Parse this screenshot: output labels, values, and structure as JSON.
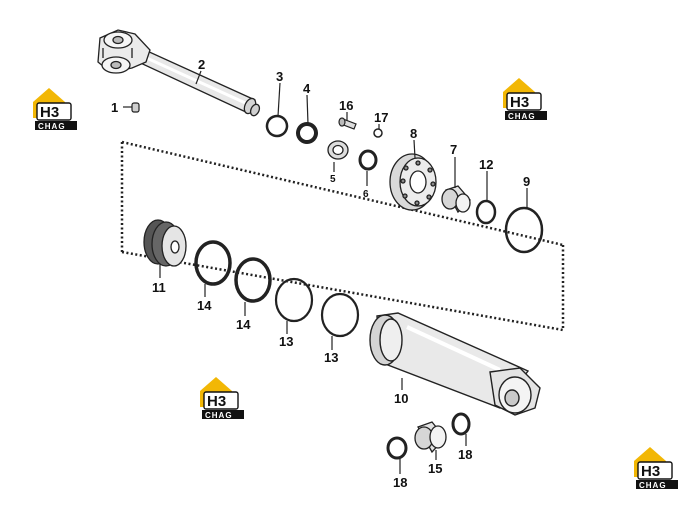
{
  "diagram": {
    "parts": [
      {
        "id": "1",
        "label": "1"
      },
      {
        "id": "2",
        "label": "2"
      },
      {
        "id": "3",
        "label": "3"
      },
      {
        "id": "4",
        "label": "4"
      },
      {
        "id": "5",
        "label": "5"
      },
      {
        "id": "6",
        "label": "6"
      },
      {
        "id": "7",
        "label": "7"
      },
      {
        "id": "8",
        "label": "8"
      },
      {
        "id": "9",
        "label": "9"
      },
      {
        "id": "10",
        "label": "10"
      },
      {
        "id": "11",
        "label": "11"
      },
      {
        "id": "12",
        "label": "12"
      },
      {
        "id": "13a",
        "label": "13"
      },
      {
        "id": "13b",
        "label": "13"
      },
      {
        "id": "14a",
        "label": "14"
      },
      {
        "id": "14b",
        "label": "14"
      },
      {
        "id": "15",
        "label": "15"
      },
      {
        "id": "16",
        "label": "16"
      },
      {
        "id": "17",
        "label": "17"
      },
      {
        "id": "18a",
        "label": "18"
      },
      {
        "id": "18b",
        "label": "18"
      }
    ]
  },
  "logo": {
    "mark": "H3",
    "word": "CHAG",
    "accent": "#f2b705"
  }
}
